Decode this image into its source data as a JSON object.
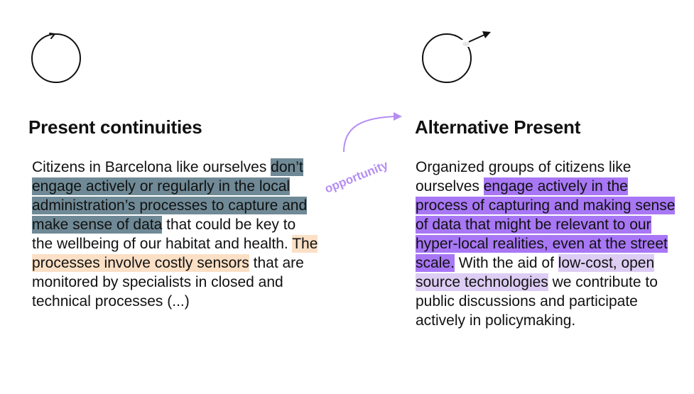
{
  "left": {
    "heading": "Present continuities",
    "segments": [
      {
        "text": "Citizens in Barcelona like ourselves ",
        "hl": ""
      },
      {
        "text": "don’t engage actively or regularly in the local administration’s processes to capture and make sense of data",
        "hl": "slate"
      },
      {
        "text": " that could be key to the wellbeing of our habitat and health. ",
        "hl": ""
      },
      {
        "text": "The processes involve costly sensors",
        "hl": "peach"
      },
      {
        "text": " that are monitored by specialists in closed and technical processes  (...)",
        "hl": ""
      }
    ]
  },
  "right": {
    "heading": "Alternative Present",
    "segments": [
      {
        "text": "Organized groups of citizens like ourselves ",
        "hl": ""
      },
      {
        "text": "engage actively in the process of capturing and making sense of data that might be relevant to our hyper-local realities, even at the street scale.",
        "hl": "violet"
      },
      {
        "text": " With the aid of ",
        "hl": ""
      },
      {
        "text": "low-cost, open source technologies",
        "hl": "lilac"
      },
      {
        "text": " we contribute to public discussions and participate actively in policymaking.",
        "hl": ""
      }
    ]
  },
  "connector": {
    "label": "opportunity",
    "color": "#b58ef3"
  },
  "colors": {
    "slate": "#6f8a96",
    "peach": "#fbe0c6",
    "violet": "#a877f5",
    "lilac": "#ddcdf4"
  },
  "icons": {
    "left": "circular-arrow-icon",
    "right": "circle-outward-arrow-icon"
  }
}
